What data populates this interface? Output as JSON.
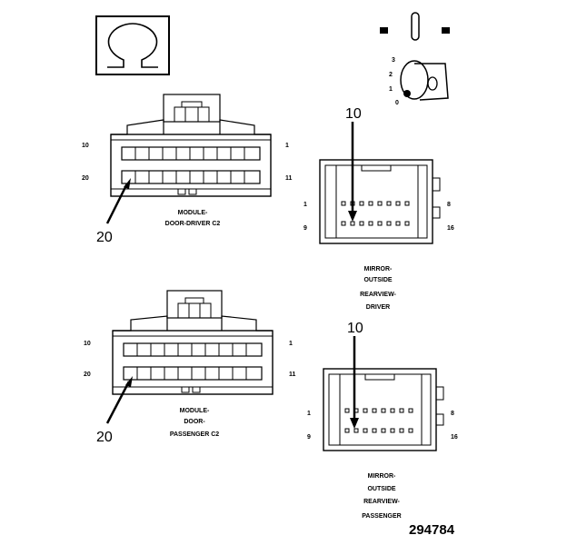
{
  "figure_number": "294784",
  "connectors": {
    "driver_door_module": {
      "pin_top_left": "10",
      "pin_top_right": "1",
      "pin_bottom_left": "20",
      "pin_bottom_right": "11",
      "callout": "20",
      "caption_lines": [
        "MODULE-",
        "DOOR-DRIVER C2"
      ]
    },
    "passenger_door_module": {
      "pin_top_left": "10",
      "pin_top_right": "1",
      "pin_bottom_left": "20",
      "pin_bottom_right": "11",
      "callout": "20",
      "caption_lines": [
        "MODULE-",
        "DOOR-",
        "PASSENGER C2"
      ]
    },
    "driver_mirror": {
      "pin_left_top": "1",
      "pin_left_bottom": "9",
      "pin_right_top": "8",
      "pin_right_bottom": "16",
      "callout": "10",
      "caption_lines": [
        "MIRROR-",
        "OUTSIDE",
        "REARVIEW-",
        "DRIVER"
      ]
    },
    "passenger_mirror": {
      "pin_left_top": "1",
      "pin_left_bottom": "9",
      "pin_right_top": "8",
      "pin_right_bottom": "16",
      "callout": "10",
      "caption_lines": [
        "MIRROR-",
        "OUTSIDE",
        "REARVIEW-",
        "PASSENGER"
      ]
    }
  },
  "ignition_key": {
    "positions": [
      "3",
      "2",
      "1",
      "0"
    ]
  }
}
